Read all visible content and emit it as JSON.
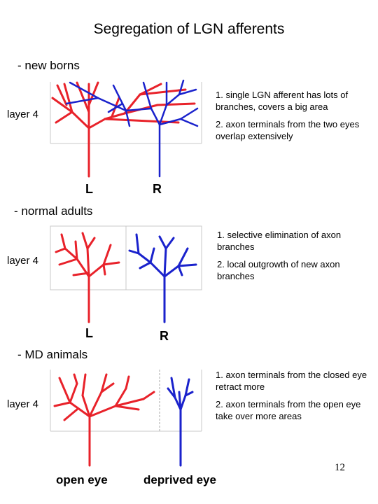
{
  "title": "Segregation of LGN afferents",
  "colors": {
    "left_eye": "#e8222a",
    "right_eye": "#1a22cc",
    "frame": "#c8c8c8"
  },
  "sections": [
    {
      "heading": "- new borns",
      "layer_label": "layer 4",
      "notes": [
        "1. single LGN afferent has lots of branches, covers a big area",
        "2. axon terminals from the two eyes overlap extensively"
      ],
      "labels": [
        "L",
        "R"
      ]
    },
    {
      "heading": "- normal adults",
      "layer_label": "layer 4",
      "notes": [
        "1. selective elimination of axon branches",
        "2. local outgrowth of new axon branches"
      ],
      "labels": [
        "L",
        "R"
      ]
    },
    {
      "heading": "- MD animals",
      "layer_label": "layer 4",
      "notes": [
        "1. axon terminals from the closed eye retract more",
        "2. axon terminals from the open eye take over more areas"
      ],
      "labels": [
        "open eye",
        "deprived eye"
      ]
    }
  ],
  "page_number": "12"
}
